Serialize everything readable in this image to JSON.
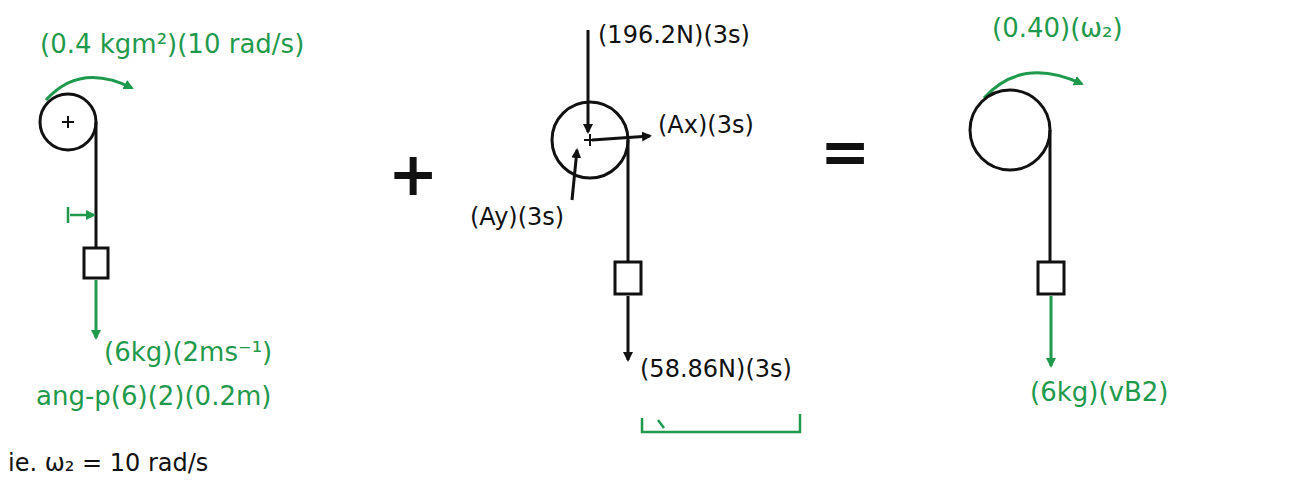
{
  "diagram": {
    "labels": [
      "(0.4 kgm²)(10 rad/s)",
      "(6kg)(2ms⁻¹)",
      "ang-p(6)(2)(0.2m)",
      "ie. ω₂ = 10 rad/s",
      "+",
      "(196.2N)(3s)",
      "(Ax)(3s)",
      "(Ay)(3s)",
      "(58.86N)(3s)",
      "=",
      "(0.40)(ω₂)",
      "(6kg)(vB2)"
    ]
  }
}
